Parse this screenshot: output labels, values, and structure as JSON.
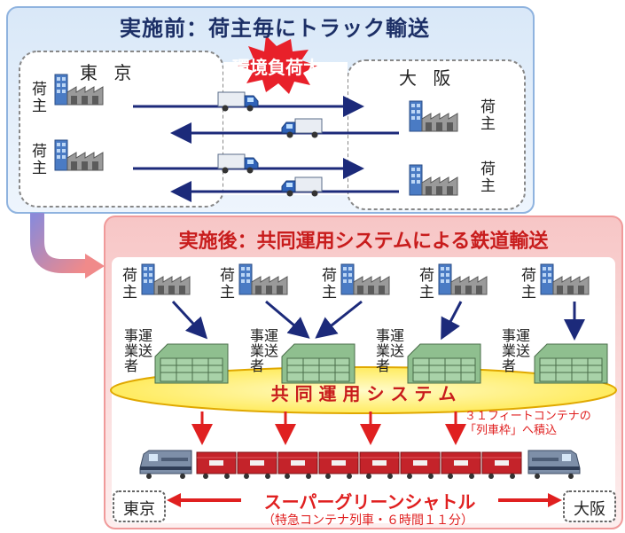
{
  "before": {
    "title": "実施前：荷主毎にトラック輸送",
    "impact_label": "環境負荷大",
    "region_east": "東 京",
    "region_west": "大 阪",
    "shipper_label": [
      "荷",
      "主"
    ]
  },
  "after": {
    "title": "実施後：共同運用システムによる鉄道輸送",
    "shipper_label": [
      "荷",
      "主"
    ],
    "carrier_label": [
      "事",
      "運",
      "業",
      "送",
      "者"
    ],
    "system_label": "共 同 運 用 シ ス テ ム",
    "container_note_1": "３１フィートコンテナの",
    "container_note_2": "「列車枠」へ積込",
    "train_name": "スーパーグリーンシャトル",
    "train_detail": "（特急コンテナ列車・６時間１１分）",
    "terminal_east": "東京",
    "terminal_west": "大阪"
  },
  "colors": {
    "before_header": "#d7e6f7",
    "after_header": "#f6c4c4",
    "title_navy": "#1c2f66",
    "title_red": "#c81c1c",
    "arrow_navy": "#1c2a7a",
    "arrow_red": "#e02020",
    "system_yellow": "#fff25a",
    "container_red": "#c4232a"
  },
  "icons": [
    "factory-icon",
    "truck-icon",
    "warehouse-icon",
    "locomotive-icon",
    "container-icon",
    "curved-arrow-icon"
  ]
}
